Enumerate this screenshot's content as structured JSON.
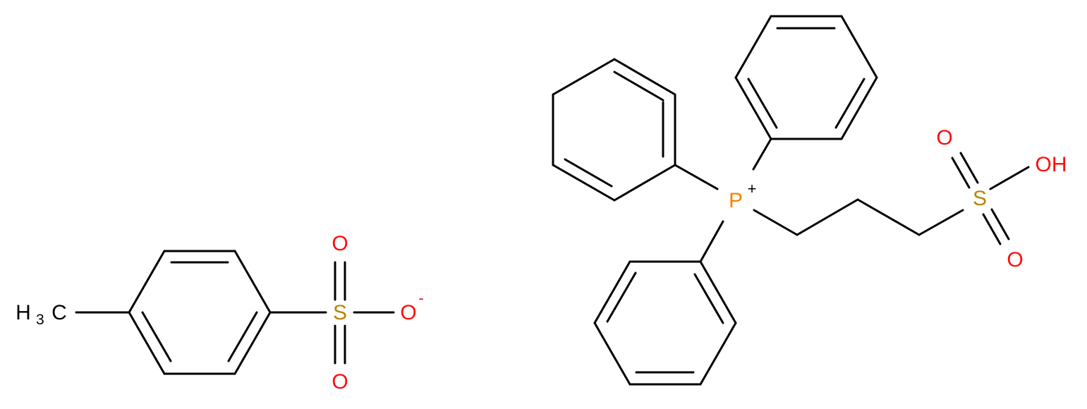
{
  "colors": {
    "bond": "#000000",
    "oxygen": "#ff0d0d",
    "sulfur": "#b8860b",
    "phosphorus": "#ff8000",
    "carbon": "#000000"
  },
  "left_molecule": {
    "methyl_H": "H",
    "methyl_sub": "3",
    "methyl_C": "C",
    "sulfur": "S",
    "oxygen_top": "O",
    "oxygen_bottom": "O",
    "oxygen_anion": "O",
    "anion_charge": "-"
  },
  "right_molecule": {
    "phosphorus": "P",
    "cation_charge": "+",
    "sulfur": "S",
    "oxygen_top": "O",
    "oxygen_bottom": "O",
    "hydroxyl": "OH"
  }
}
